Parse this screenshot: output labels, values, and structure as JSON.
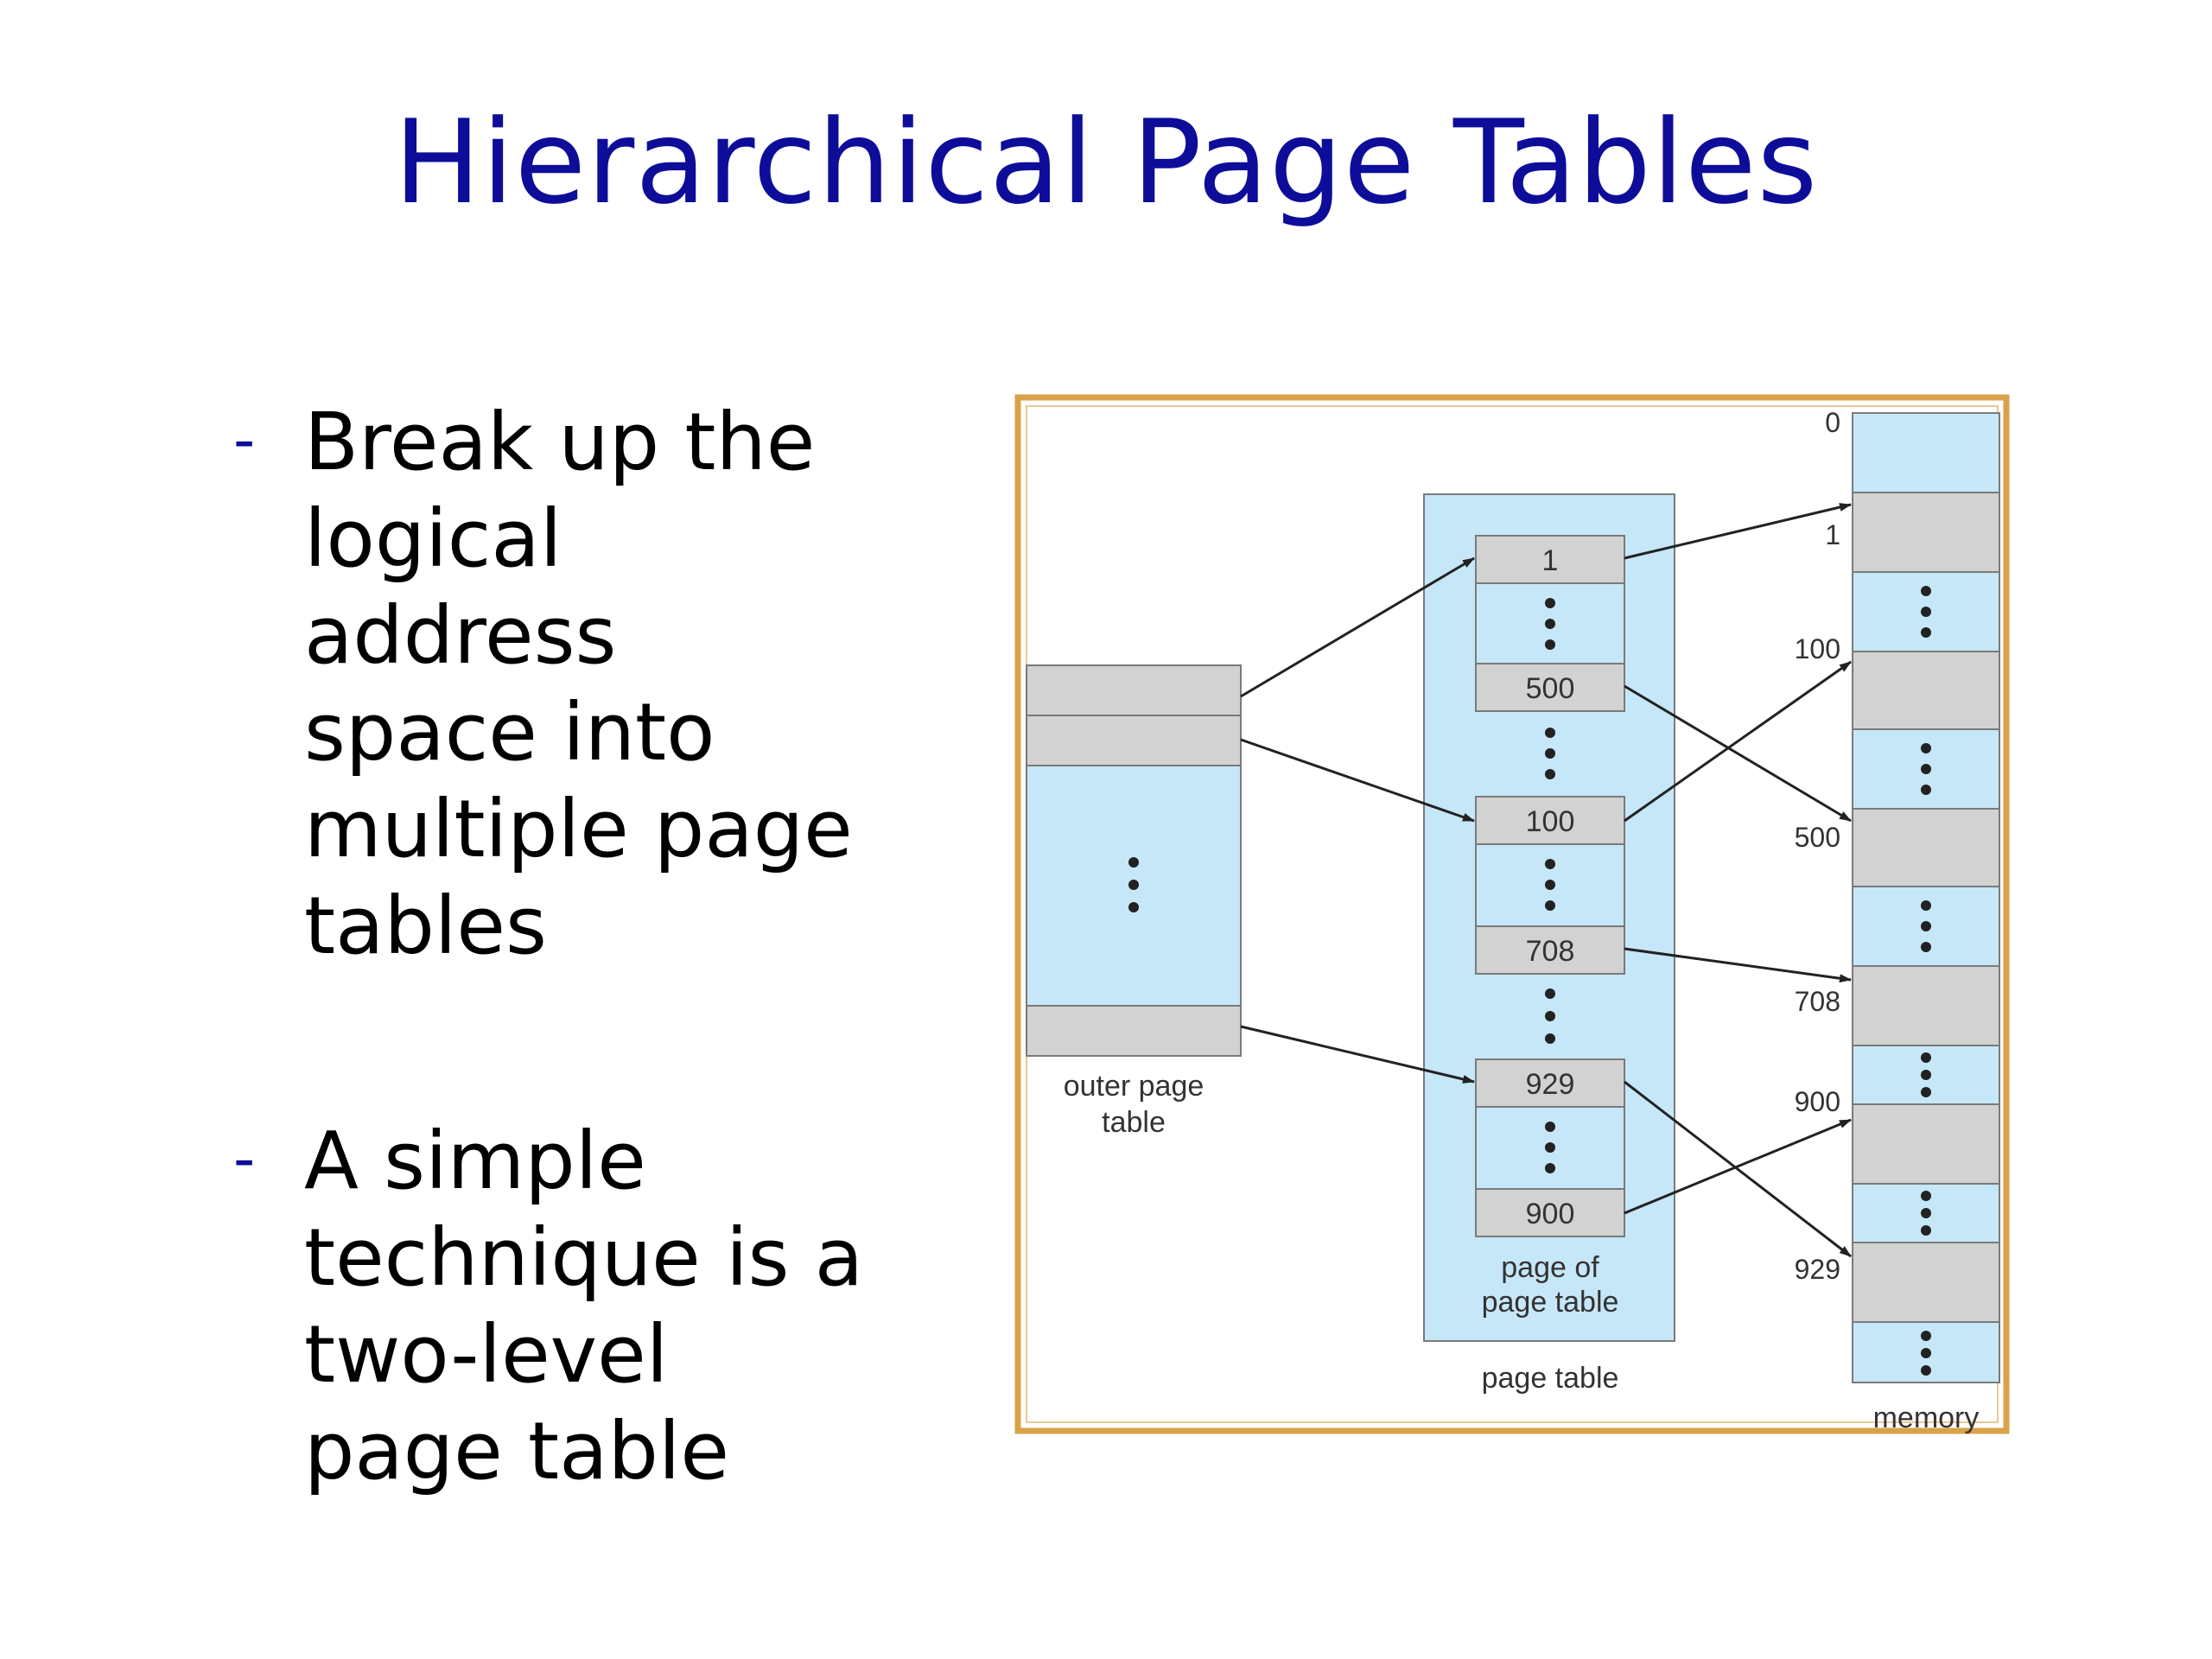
{
  "slide": {
    "title": "Hierarchical Page Tables"
  },
  "bullets": [
    {
      "marker": "-",
      "lines": [
        "Break up the",
        "logical",
        "address",
        "space into",
        "multiple page",
        "tables"
      ]
    },
    {
      "marker": "-",
      "lines": [
        "A simple",
        "technique is a",
        "two-level",
        "page table"
      ]
    }
  ],
  "diagram": {
    "outer_page_table_label": [
      "outer page",
      "table"
    ],
    "page_of_page_table_label": [
      "page of",
      "page table"
    ],
    "page_table_label": "page table",
    "memory_label": "memory",
    "page_table_entries": [
      "1",
      "500",
      "100",
      "708",
      "929",
      "900"
    ],
    "memory_addresses": [
      "0",
      "1",
      "100",
      "500",
      "708",
      "900",
      "929"
    ],
    "colors": {
      "title": "#0d0d9a",
      "frame_border": "#d9a24a",
      "light_blue": "#c6e7f8",
      "gray_cell": "#d2d2d2",
      "cell_border": "#7a7a7a"
    }
  }
}
